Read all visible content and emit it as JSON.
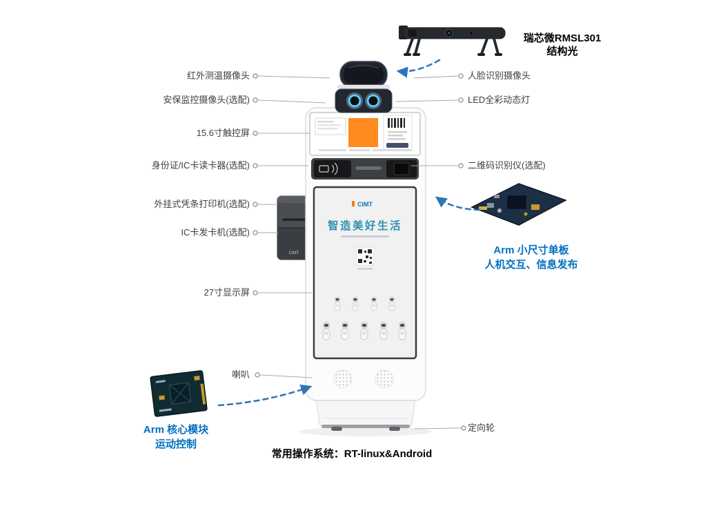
{
  "diagram": {
    "callouts_left": [
      "红外测温摄像头",
      "安保监控摄像头(选配)",
      "15.6寸触控屏",
      "身份证/IC卡读卡器(选配)",
      "外挂式凭条打印机(选配)",
      "IC卡发卡机(选配)",
      "27寸显示屏",
      "喇叭"
    ],
    "callouts_right": [
      "人脸识别摄像头",
      "LED全彩动态灯",
      "二维码识别仪(选配)",
      "定向轮"
    ],
    "structured_light_note": {
      "line1": "瑞芯微RMSL301",
      "line2": "结构光"
    },
    "arm_board_note": {
      "line1": "Arm 小尺寸单板",
      "line2": "人机交互、信息发布"
    },
    "arm_core_note": {
      "line1": "Arm 核心模块",
      "line2": "运动控制"
    },
    "os_note": "常用操作系统：RT-linux&Android"
  },
  "kiosk": {
    "brand": "CIMT",
    "screen_headline": "智造美好生活"
  },
  "colors": {
    "note_blue": "#0070c0",
    "arrow_blue": "#2e75b6",
    "headline_teal": "#2e8fb0",
    "orange_block": "#ff8a1e"
  },
  "icons": {
    "contactless": "contactless-reader-icon",
    "camera_lens": "camera-lens-icon",
    "qr_code": "qr-code-icon",
    "speaker": "speaker-grille-icon"
  }
}
